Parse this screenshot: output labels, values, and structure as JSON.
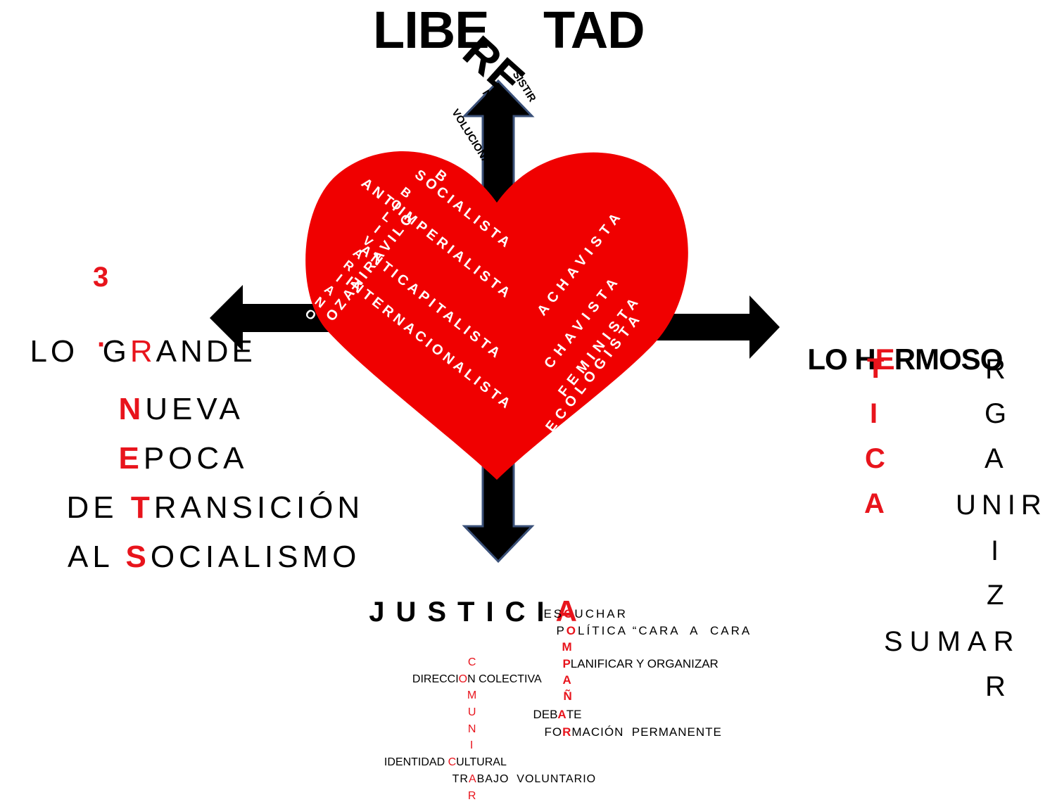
{
  "title": {
    "left": "LIBE",
    "right": "TAD",
    "re": "RE",
    "suffixes": [
      "SISTIR",
      "NACER",
      "VOLUCIONAR"
    ]
  },
  "heart": {
    "rows": [
      "B",
      "SOCIALISTA",
      "ANTIIMPERIALISTA",
      "ANTICAPITALISTA",
      "INTERNACIONALISTA",
      "OZANIRAVILO",
      "ACHAVISTA",
      "CHAVISTA",
      "FEMINISTA",
      "ECOLOGISTA"
    ],
    "vertical_words": [
      "BOLIVARIANO"
    ]
  },
  "left": {
    "title_pre": "LO  G",
    "title_red": "R",
    "title_post": "ANDE",
    "acrostic": [
      "3",
      "R",
      "·",
      "N",
      "E",
      "T",
      "S"
    ],
    "lines": [
      {
        "pre": "",
        "red": "N",
        "post": "UEVA"
      },
      {
        "pre": "",
        "red": "E",
        "post": "POCA"
      },
      {
        "pre": "DE ",
        "red": "T",
        "post": "RANSICIÓN"
      },
      {
        "pre": "AL ",
        "red": "S",
        "post": "OCIALISMO"
      }
    ]
  },
  "right": {
    "title_pre": "LO H",
    "title_red": "E",
    "title_post": "RMOSO",
    "etica": [
      "T",
      "I",
      "C",
      "A"
    ],
    "organizar": [
      "R",
      "G",
      "A",
      "UNIR",
      "I",
      "Z",
      "SUMAR",
      "R"
    ]
  },
  "bottom": {
    "justicia": "JUSTICI",
    "justicia_red": "A",
    "acompanar_lines": [
      {
        "pre": "ES",
        "red": "C",
        "post": "UCHAR"
      },
      {
        "pre": "P",
        "red": "O",
        "post": "LÍTICA “CARA  A  CARA"
      },
      {
        "pre": "",
        "red": "M",
        "post": ""
      },
      {
        "pre": "",
        "red": "P",
        "post": "LANIFICAR Y ORGANIZAR"
      },
      {
        "pre": "",
        "red": "A",
        "post": ""
      },
      {
        "pre": "",
        "red": "Ñ",
        "post": ""
      },
      {
        "pre": "DEB",
        "red": "A",
        "post": "TE"
      },
      {
        "pre": "FO",
        "red": "R",
        "post": "MACIÓN  PERMANENTE"
      }
    ],
    "comunicar_lines": [
      {
        "pre": "",
        "red": "C",
        "post": ""
      },
      {
        "pre": "DIRECCI",
        "red": "O",
        "post": "N COLECTIVA"
      },
      {
        "pre": "",
        "red": "M",
        "post": ""
      },
      {
        "pre": "",
        "red": "U",
        "post": ""
      },
      {
        "pre": "",
        "red": "N",
        "post": ""
      },
      {
        "pre": "",
        "red": "I",
        "post": ""
      },
      {
        "pre": "IDENTIDAD ",
        "red": "C",
        "post": "ULTURAL"
      },
      {
        "pre": "TR",
        "red": "A",
        "post": "BAJO  VOLUNTARIO"
      },
      {
        "pre": "",
        "red": "R",
        "post": ""
      }
    ]
  },
  "colors": {
    "heart": "#f00000",
    "accent_red": "#e8141c",
    "arrow": "#000000",
    "arrow_outline": "#3a5078"
  },
  "icons": [
    "heart-icon",
    "arrow-up-icon",
    "arrow-down-icon",
    "arrow-left-icon",
    "arrow-right-icon"
  ]
}
